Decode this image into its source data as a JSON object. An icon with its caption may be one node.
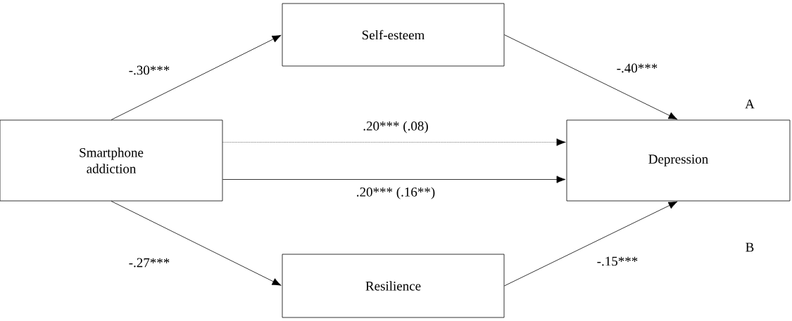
{
  "diagram": {
    "nodes": [
      {
        "text": [
          "Smartphone addiction"
        ]
      },
      {
        "text": [
          "Self-esteem"
        ]
      },
      {
        "text": [
          "Depression"
        ]
      },
      {
        "text": [
          "Resilience"
        ]
      }
    ],
    "edges": [
      {
        "from": 0,
        "to": 1,
        "arrow": "to",
        "label": "-.30***"
      },
      {
        "from": 1,
        "to": 2,
        "arrow": "to",
        "label": "-.40***"
      },
      {
        "from": 0,
        "to": 2,
        "arrow": "to",
        "label": ".20*** (.08)",
        "style": "dashed"
      },
      {
        "from": 0,
        "to": 2,
        "arrow": "to",
        "label": ".20*** (.16**)"
      },
      {
        "from": 0,
        "to": 3,
        "arrow": "to",
        "label": "-.27***"
      },
      {
        "from": 3,
        "to": 2,
        "arrow": "to",
        "label": "-.15***"
      }
    ],
    "labels": [
      "A",
      "B"
    ]
  }
}
